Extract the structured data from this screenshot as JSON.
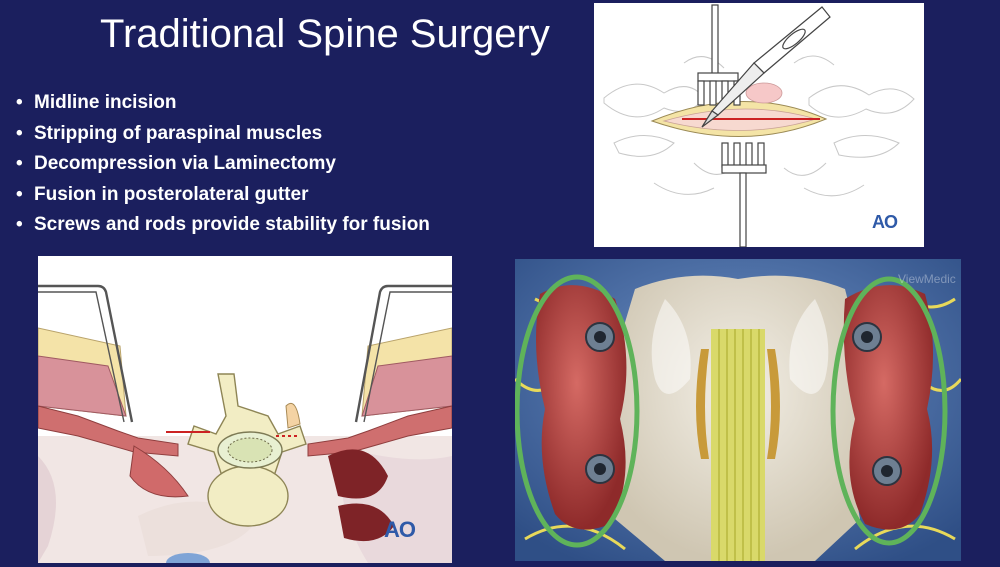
{
  "slide": {
    "title": "Traditional Spine Surgery",
    "bullet_glyph": "•",
    "bullets": [
      "Midline incision",
      "Stripping of paraspinal muscles",
      "Decompression via Laminectomy",
      "Fusion in posterolateral gutter",
      "Screws and rods provide stability for fusion"
    ]
  },
  "images": {
    "top_right": {
      "logo_text": "AO",
      "icon": "scalpel-retractor-illustration"
    },
    "bottom_left": {
      "logo_text": "AO",
      "icon": "spine-cross-section-illustration"
    },
    "bottom_right": {
      "watermark_text": "ViewMedic",
      "icon": "spinal-fusion-render"
    }
  },
  "colors": {
    "background": "#1b1f5e",
    "text": "#ffffff",
    "logo": "#2f5aa8",
    "fusion_ellipse": "#5fb35a",
    "muscle": "#c9564f",
    "bone": "#f2edc4"
  }
}
